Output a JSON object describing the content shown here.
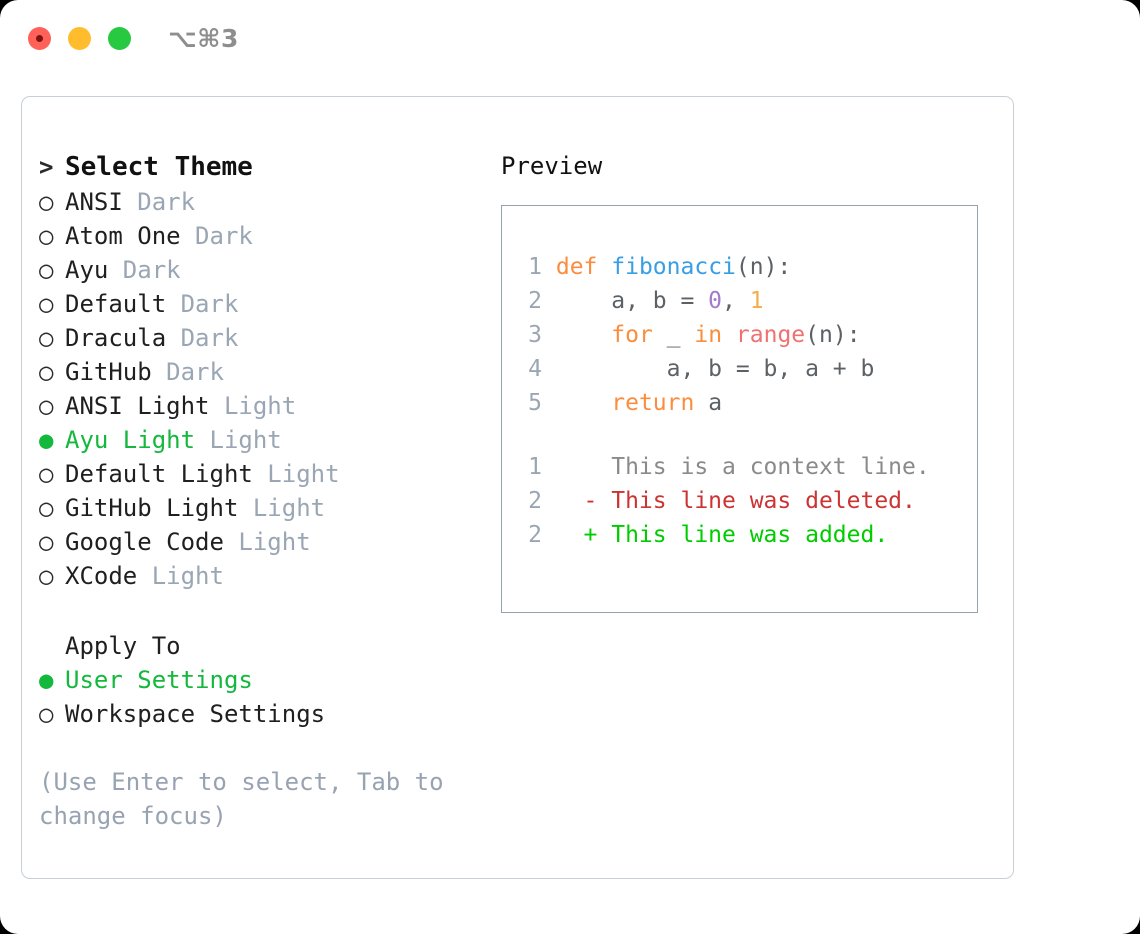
{
  "titlebar": {
    "shortcut": "⌥⌘3",
    "buttons": [
      {
        "name": "close",
        "color": "#ff6159"
      },
      {
        "name": "minimize",
        "color": "#ffbd2e"
      },
      {
        "name": "maximize",
        "color": "#26c940"
      }
    ]
  },
  "theme_section": {
    "prompt_marker": ">",
    "heading": "Select Theme",
    "items": [
      {
        "marker": "○",
        "label": "ANSI",
        "suffix": "Dark",
        "selected": false
      },
      {
        "marker": "○",
        "label": "Atom One",
        "suffix": "Dark",
        "selected": false
      },
      {
        "marker": "○",
        "label": "Ayu",
        "suffix": "Dark",
        "selected": false
      },
      {
        "marker": "○",
        "label": "Default",
        "suffix": "Dark",
        "selected": false
      },
      {
        "marker": "○",
        "label": "Dracula",
        "suffix": "Dark",
        "selected": false
      },
      {
        "marker": "○",
        "label": "GitHub",
        "suffix": "Dark",
        "selected": false
      },
      {
        "marker": "○",
        "label": "ANSI Light",
        "suffix": "Light",
        "selected": false
      },
      {
        "marker": "●",
        "label": "Ayu Light",
        "suffix": "Light",
        "selected": true
      },
      {
        "marker": "○",
        "label": "Default Light",
        "suffix": "Light",
        "selected": false
      },
      {
        "marker": "○",
        "label": "GitHub Light",
        "suffix": "Light",
        "selected": false
      },
      {
        "marker": "○",
        "label": "Google Code",
        "suffix": "Light",
        "selected": false
      },
      {
        "marker": "○",
        "label": "XCode",
        "suffix": "Light",
        "selected": false
      }
    ]
  },
  "apply_section": {
    "heading": "Apply To",
    "items": [
      {
        "marker": "●",
        "label": "User Settings",
        "selected": true
      },
      {
        "marker": "○",
        "label": "Workspace Settings",
        "selected": false
      }
    ]
  },
  "hint": "(Use Enter to select, Tab to change focus)",
  "preview": {
    "title": "Preview",
    "code_lines": [
      {
        "num": "1",
        "tokens": [
          {
            "t": " ",
            "c": "plain"
          },
          {
            "t": "def",
            "c": "kw"
          },
          {
            "t": " ",
            "c": "plain"
          },
          {
            "t": "fibonacci",
            "c": "fn"
          },
          {
            "t": "(n):",
            "c": "plain"
          }
        ]
      },
      {
        "num": "2",
        "tokens": [
          {
            "t": "     a, b = ",
            "c": "plain"
          },
          {
            "t": "0",
            "c": "num-purple"
          },
          {
            "t": ", ",
            "c": "plain"
          },
          {
            "t": "1",
            "c": "num-orange"
          }
        ]
      },
      {
        "num": "3",
        "tokens": [
          {
            "t": "     ",
            "c": "plain"
          },
          {
            "t": "for",
            "c": "kw"
          },
          {
            "t": " _ ",
            "c": "plain"
          },
          {
            "t": "in",
            "c": "kw"
          },
          {
            "t": " ",
            "c": "plain"
          },
          {
            "t": "range",
            "c": "builtin"
          },
          {
            "t": "(n):",
            "c": "plain"
          }
        ]
      },
      {
        "num": "4",
        "tokens": [
          {
            "t": "         a, b = b, a + b",
            "c": "plain"
          }
        ]
      },
      {
        "num": "5",
        "tokens": [
          {
            "t": "     ",
            "c": "plain"
          },
          {
            "t": "return",
            "c": "kw"
          },
          {
            "t": " a",
            "c": "plain"
          }
        ]
      }
    ],
    "diff_lines": [
      {
        "num": "1",
        "tokens": [
          {
            "t": "     This is a context line.",
            "c": "ctx"
          }
        ]
      },
      {
        "num": "2",
        "tokens": [
          {
            "t": "   - This line was deleted.",
            "c": "del"
          }
        ]
      },
      {
        "num": "2",
        "tokens": [
          {
            "t": "   + This line was added.",
            "c": "add"
          }
        ]
      }
    ]
  }
}
